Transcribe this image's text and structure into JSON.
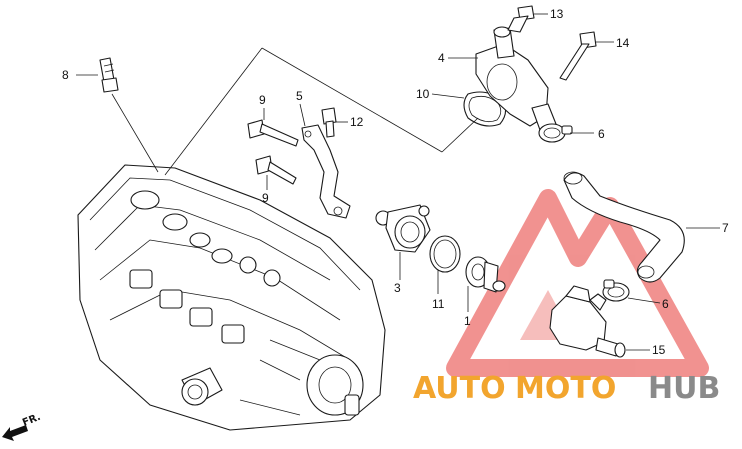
{
  "callouts": {
    "c1": "1",
    "c3": "3",
    "c4": "4",
    "c5": "5",
    "c6a": "6",
    "c6b": "6",
    "c7": "7",
    "c8": "8",
    "c9a": "9",
    "c9b": "9",
    "c10": "10",
    "c11": "11",
    "c12": "12",
    "c13": "13",
    "c14": "14",
    "c15": "15"
  },
  "front_marker": "FR.",
  "watermark": {
    "part1": "AUTO",
    "part2": "MOTO",
    "part3": "HUB",
    "colors": {
      "auto": "#f2a52e",
      "moto": "#f2a52e",
      "hub": "#8a8a8a",
      "logo": "#e53935"
    }
  }
}
